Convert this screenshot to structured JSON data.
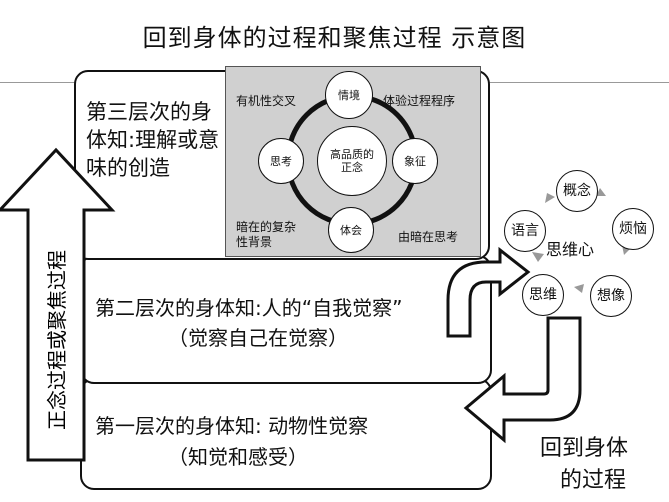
{
  "title": "回到身体的过程和聚焦过程 示意图",
  "vertical_arrow_label": "正念过程或聚焦过程",
  "layers": {
    "third": "第三层次的身体知:理解或意味的创造",
    "second_line1": "第二层次的身体知:人的“自我觉察”",
    "second_line2": "（觉察自己在觉察）",
    "first_line1": "第一层次的身体知: 动物性觉察",
    "first_line2": "（知觉和感受）"
  },
  "focus_cycle": {
    "center": "高品质的正念",
    "nodes": {
      "top": "情境",
      "right": "象征",
      "bottom": "体会",
      "left": "思考"
    },
    "corners": {
      "top_left": "有机性交叉",
      "top_right": "体验过程程序",
      "bottom_left": "暗在的复杂性背景",
      "bottom_right": "由暗在思考"
    }
  },
  "mind_cycle": {
    "center": "思维心",
    "nodes": {
      "concept": "概念",
      "trouble": "烦恼",
      "imagine": "想像",
      "thinking": "思维",
      "language": "语言"
    }
  },
  "return_label_line1": "回到身体",
  "return_label_line2": "的过程"
}
